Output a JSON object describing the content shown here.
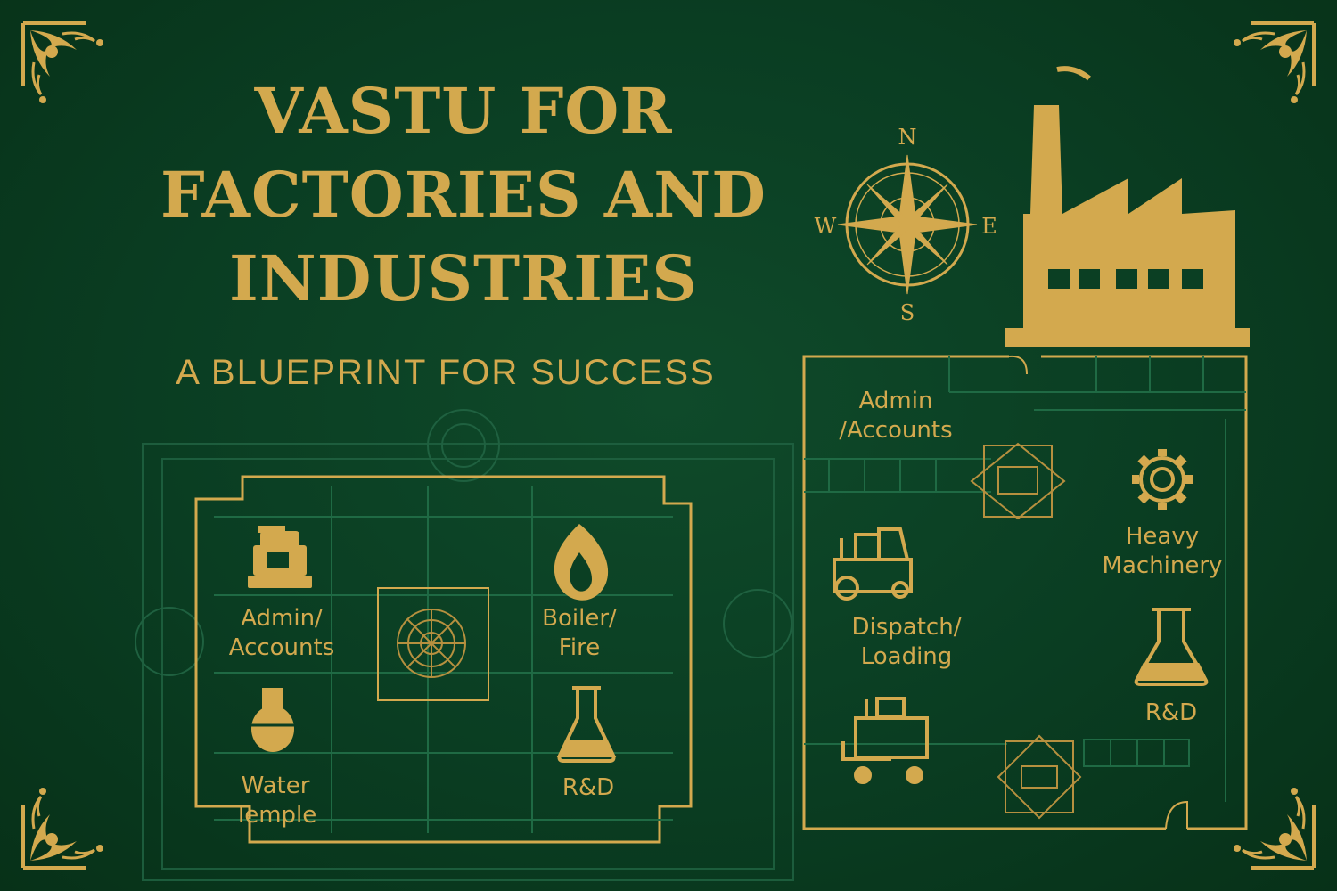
{
  "title": "VASTU FOR FACTORIES AND INDUSTRIES",
  "subtitle": "A BLUEPRINT FOR SUCCESS",
  "compass": {
    "n": "N",
    "s": "S",
    "e": "E",
    "w": "W"
  },
  "left_plan": {
    "ne": "Admin/ Accounts",
    "nw": "Boiler/ Fire",
    "sw": "Water Temple",
    "se": "R&D"
  },
  "right_plan": {
    "admin": "Admin /Accounts",
    "machinery": "Heavy Machinery",
    "dispatch": "Dispatch/ Loading",
    "rnd": "R&D"
  },
  "colors": {
    "background": "#0a3d22",
    "gold": "#d3a94e"
  },
  "icons": [
    "compass-icon",
    "factory-icon",
    "printer-icon",
    "fire-icon",
    "flask-icon",
    "forklift-icon",
    "gear-icon",
    "mandala-icon",
    "corner-ornament-icon"
  ]
}
